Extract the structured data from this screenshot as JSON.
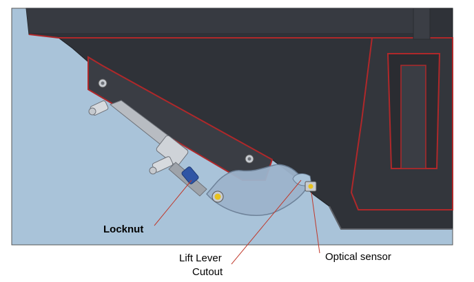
{
  "labels": {
    "locknut": "Locknut",
    "lift_lever_line1": "Lift Lever",
    "lift_lever_line2": "Cutout",
    "optical_sensor": "Optical sensor"
  },
  "colors": {
    "background_sky": "#a9c3d9",
    "housing_dark": "#2f3238",
    "edge_red": "#b0282a",
    "bracket_metal": "#b8bcc2",
    "lever_blue": "#9db4cc",
    "leader_line": "#c0392b",
    "locknut_blue": "#2f55a5",
    "sensor_yellow": "#e8c21d"
  }
}
